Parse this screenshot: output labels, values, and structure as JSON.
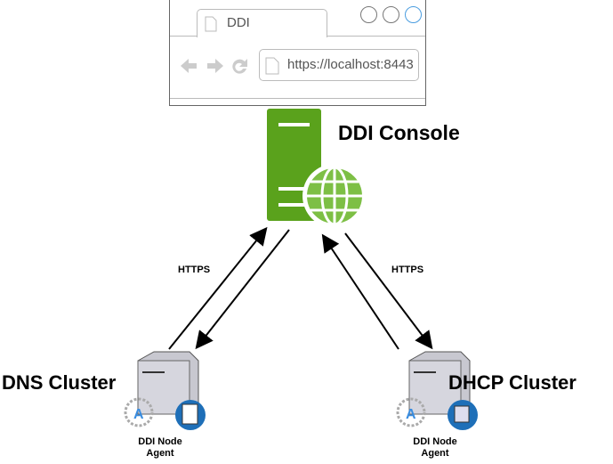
{
  "browser": {
    "tab_title": "DDI",
    "url": "https://localhost:8443"
  },
  "console": {
    "label": "DDI Console",
    "color": "#5aa21c"
  },
  "links": {
    "left_protocol": "HTTPS",
    "right_protocol": "HTTPS"
  },
  "clusters": [
    {
      "name": "DNS Cluster",
      "agent_label_line1": "DDI Node",
      "agent_label_line2": "Agent"
    },
    {
      "name": "DHCP Cluster",
      "agent_label_line1": "DDI Node",
      "agent_label_line2": "Agent"
    }
  ]
}
